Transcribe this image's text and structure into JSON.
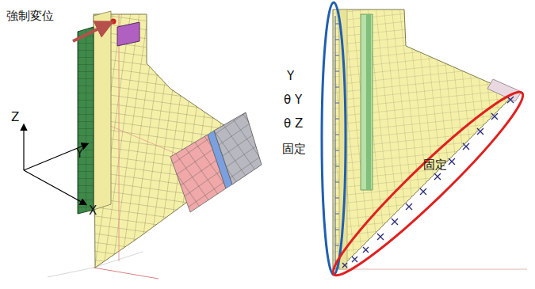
{
  "diagram": {
    "labels": [
      "強制変位",
      "Z",
      "Y",
      "X",
      "Y",
      "θ Y",
      "θ Z",
      "固定",
      "固定"
    ]
  }
}
